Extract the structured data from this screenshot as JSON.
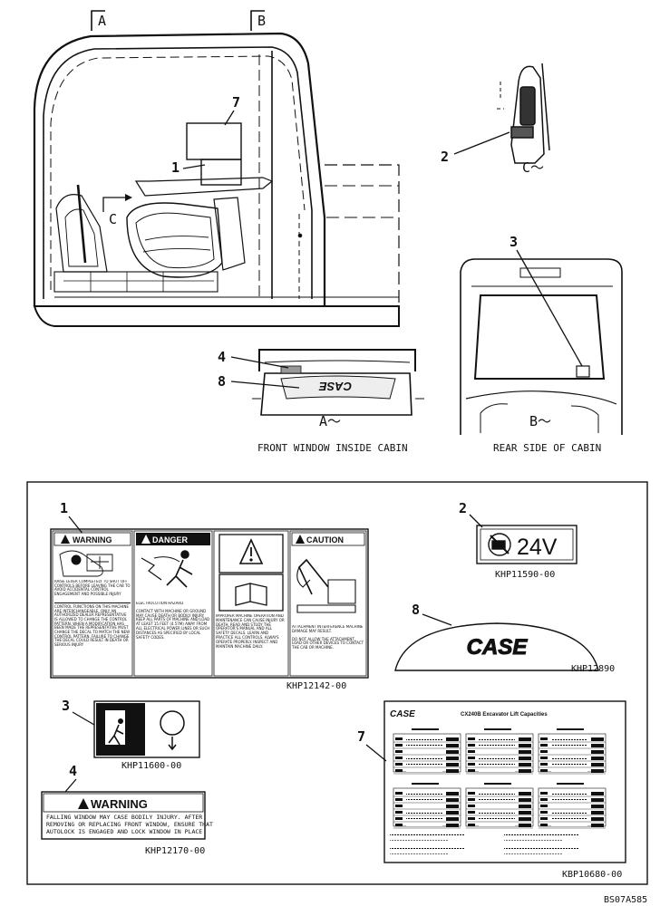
{
  "section_markers": {
    "a": "A",
    "b": "B",
    "c": "C"
  },
  "callouts": {
    "n1": "1",
    "n2": "2",
    "n3": "3",
    "n4": "4",
    "n7": "7",
    "n8": "8"
  },
  "views": {
    "a_label": "A～",
    "b_label": "B～",
    "c_label": "C～",
    "a_caption": "FRONT WINDOW INSIDE CABIN",
    "b_caption": "REAR SIDE OF CABIN"
  },
  "window_brand": "CASE",
  "decals": {
    "d1": {
      "number": "1",
      "part_number": "KHP12142-00",
      "panel_warning": "WARNING",
      "panel_danger": "DANGER",
      "panel_caution": "CAUTION",
      "warning_text_1": "RAISE LEVER COMPLETELY TO SHUT OFF CONTROLS BEFORE LEAVING THE CAB TO AVOID ACCIDENTAL CONTROL ENGAGEMENT AND POSSIBLE INJURY",
      "warning_text_2": "CONTROL FUNCTIONS ON THIS MACHINE ARE INTERCHANGEABLE. ONLY AN AUTHORIZED DEALER REPRESENTATIVE IS ALLOWED TO CHANGE THE CONTROL PATTERN. WHEN A MODIFICATION HAS BEEN MADE THE REPRESENTATIVE MUST CHANGE THE DECAL TO MATCH THE NEW CONTROL PATTERN. FAILURE TO CHANGE THE DECAL COULD RESULT IN DEATH OR SERIOUS INJURY",
      "danger_heading": "ELECTROCUTION HAZARD",
      "danger_text": "CONTACT WITH MACHINE OR GROUND MAY CAUSE DEATH OR BODILY INJURY. KEEP ALL PARTS OF MACHINE AND LOAD AT LEAST 15 FEET (4.57M) AWAY FROM ALL ELECTRICAL POWER LINES OR SUCH DISTANCES AS SPECIFIED BY LOCAL SAFETY CODES.",
      "manual_text": "IMPROPER MACHINE OPERATION AND MAINTENANCE CAN CAUSE INJURY OR DEATH. READ AND STUDY THE OPERATOR'S MANUAL AND ALL SAFETY DECALS. LEARN AND PRACTICE ALL CONTROLS. ALWAYS OPERATE PROPERLY. INSPECT AND MAINTAIN MACHINE DAILY.",
      "caution_text_1": "ATTACHMENT INTERFERENCE MACHINE DAMAGE MAY RESULT.",
      "caution_text_2": "DO NOT ALLOW THE ATTACHMENT, LOAD OR OTHER DEVICES TO CONTACT THE CAB OR MACHINE."
    },
    "d2": {
      "number": "2",
      "part_number": "KHP11590-00",
      "voltage": "24V"
    },
    "d3": {
      "number": "3",
      "part_number": "KHP11600-00"
    },
    "d4": {
      "number": "4",
      "part_number": "KHP12170-00",
      "heading": "WARNING",
      "text_1": "FALLING WINDOW MAY CASE BODILY INJURY. AFTER",
      "text_2": "REMOVING OR REPLACING FRONT WINDOW, ENSURE THAT",
      "text_3": "AUTOLOCK IS ENGAGED AND LOCK WINDOW IN PLACE"
    },
    "d7": {
      "number": "7",
      "part_number": "KBP10680-00",
      "brand": "CASE",
      "title": "CX240B Excavator Lift Capacities"
    },
    "d8": {
      "number": "8",
      "part_number": "KHP12890",
      "brand": "CASE"
    }
  },
  "figure_id": "BS07A585"
}
